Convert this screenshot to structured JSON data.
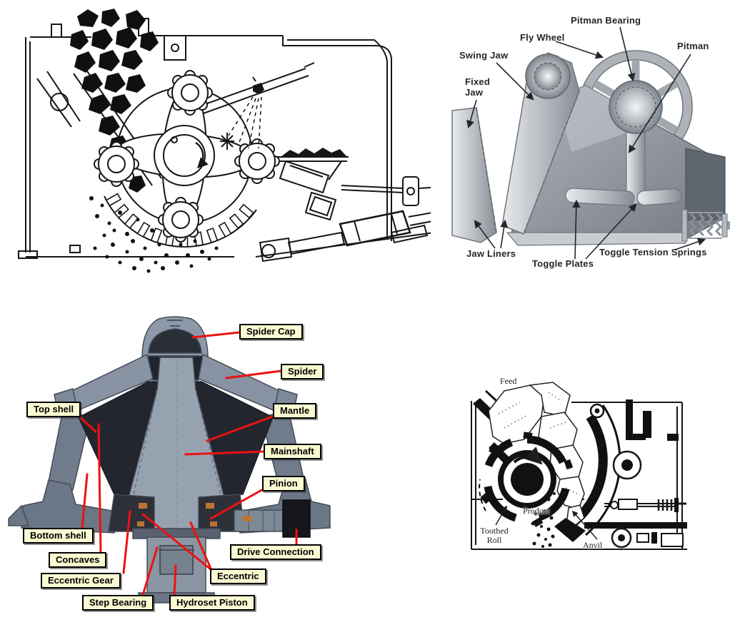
{
  "figures": {
    "impact_crusher": {
      "type": "line-drawing",
      "ink_color": "#161616"
    },
    "jaw_crusher": {
      "labels": {
        "swing_jaw": "Swing Jaw",
        "fly_wheel": "Fly Wheel",
        "pitman_bearing": "Pitman Bearing",
        "pitman": "Pitman",
        "fixed_jaw": "Fixed Jaw",
        "jaw_liners": "Jaw Liners",
        "toggle_plates": "Toggle Plates",
        "toggle_tension_springs": "Toggle Tension Springs"
      },
      "label_color": "#24262c"
    },
    "cone_crusher": {
      "labels": {
        "spider_cap": "Spider Cap",
        "spider": "Spider",
        "top_shell": "Top shell",
        "mantle": "Mantle",
        "mainshaft": "Mainshaft",
        "pinion": "Pinion",
        "bottom_shell": "Bottom shell",
        "concaves": "Concaves",
        "eccentric_gear": "Eccentric Gear",
        "step_bearing": "Step Bearing",
        "hydroset_piston": "Hydroset Piston",
        "eccentric": "Eccentric",
        "drive_connection": "Drive Connection"
      },
      "label_box_bg": "#fafad2",
      "label_box_border": "#000000",
      "leader_line_color": "#ee1111",
      "body_color": "#97a2b1",
      "cavity_color": "#23262e",
      "accent_orange": "#bf7330"
    },
    "roll_crusher": {
      "labels": {
        "feed": "Feed",
        "product": "Product",
        "toothed_roll": "Toothed Roll",
        "anvil": "Anvil"
      },
      "ink_color": "#161616"
    }
  }
}
